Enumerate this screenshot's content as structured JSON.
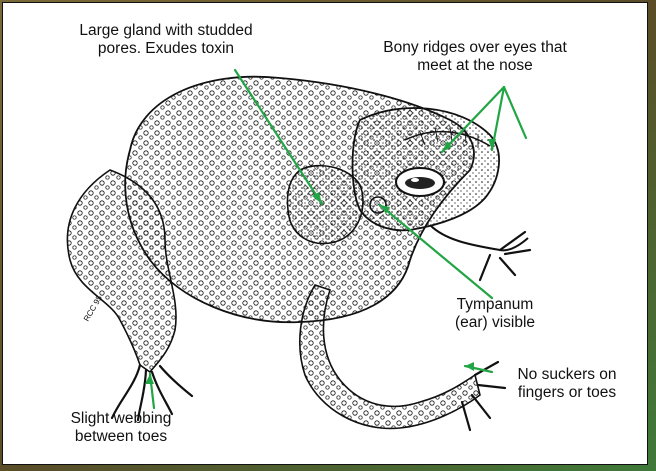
{
  "colors": {
    "pointer": "#22a544",
    "ink": "#111111",
    "panel": "#ffffff",
    "backdrop": "#6b5a2e"
  },
  "labels": {
    "gland": {
      "line1": "Large gland with studded",
      "line2": "pores. Exudes toxin"
    },
    "ridges": {
      "line1": "Bony ridges over eyes that",
      "line2": "meet at the nose"
    },
    "tympanum": {
      "line1": "Tympanum",
      "line2": "(ear) visible"
    },
    "suckers": {
      "line1": "No suckers on",
      "line2": "fingers or toes"
    },
    "webbing": {
      "line1": "Slight webbing",
      "line2": "between toes"
    }
  },
  "signature": "RCC 95"
}
